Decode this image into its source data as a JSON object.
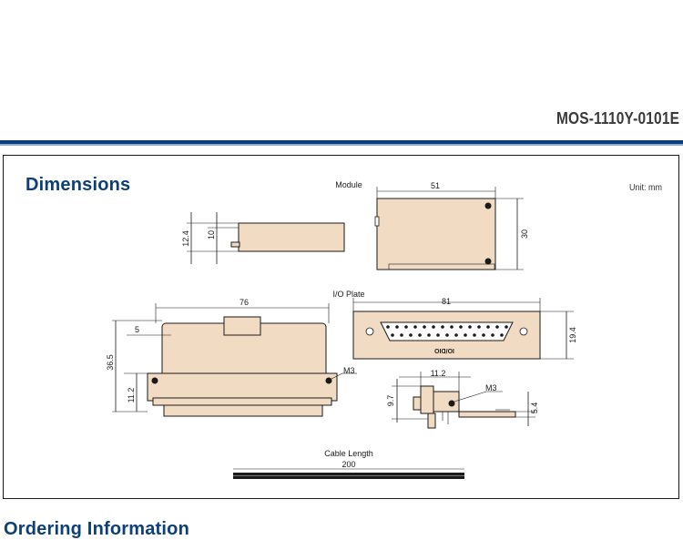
{
  "header": {
    "model": "MOS-1110Y-0101E"
  },
  "dimensions": {
    "title": "Dimensions",
    "unit": "Unit: mm",
    "module": {
      "label": "Module",
      "width": "51",
      "height": "30",
      "side_height": "12.4",
      "side_inner": "10"
    },
    "io_plate": {
      "label": "I/O Plate",
      "front_width": "81",
      "front_height": "19.4",
      "front_marking": "IO/DIO",
      "side_width": "76",
      "side_offset": "5",
      "side_height": "36.5",
      "side_lower": "11.2",
      "screw": "M3",
      "small_width": "11.2",
      "small_height": "9.7",
      "small_screw": "M3",
      "small_right": "5.4"
    },
    "cable": {
      "label": "Cable Length",
      "length": "200"
    }
  },
  "ordering": {
    "title": "Ordering Information"
  },
  "colors": {
    "accent": "#0d3f78",
    "part_fill": "#f1dcc3"
  }
}
